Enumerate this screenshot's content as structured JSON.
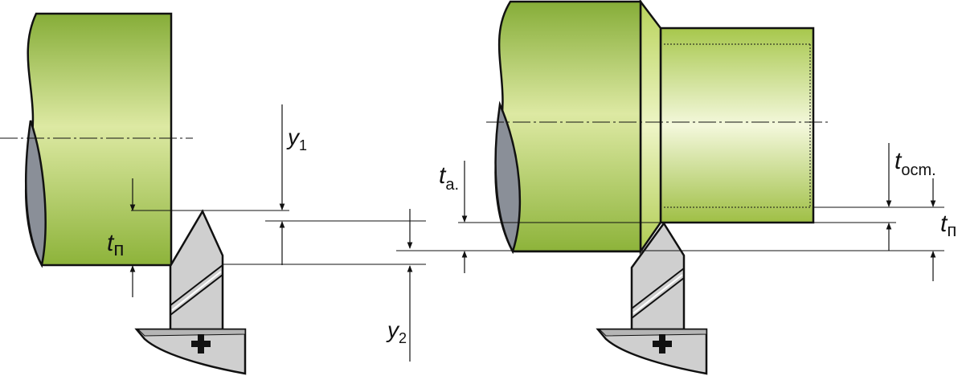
{
  "labels": {
    "y1_main": "y",
    "y1_sub": "1",
    "y2_main": "y",
    "y2_sub": "2",
    "tn_left_main": "t",
    "tn_left_sub": "п",
    "ta_main": "t",
    "ta_sub": "a.",
    "tost_main": "t",
    "tost_sub": "ocm.",
    "tn_right_main": "t",
    "tn_right_sub": "п"
  },
  "colors": {
    "workpiece_green": "#8db33a",
    "workpiece_light": "#e4efa8",
    "tool_gray": "#c9c9c9",
    "section_gray": "#8a8f98",
    "line": "#111111"
  }
}
